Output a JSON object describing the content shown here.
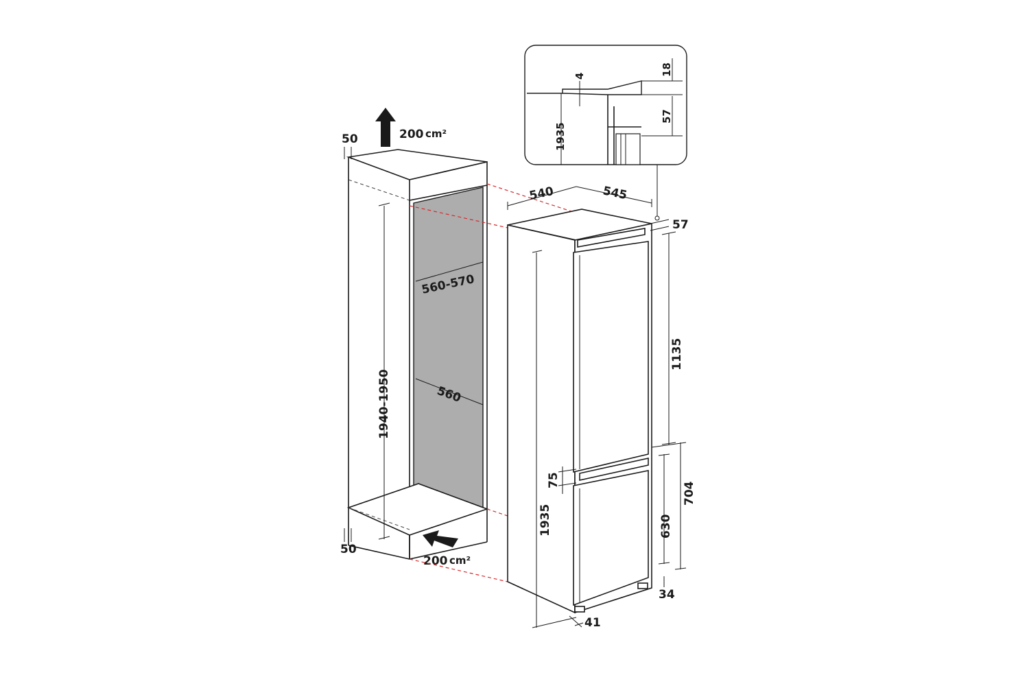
{
  "cabinet": {
    "top_side_gap": "50",
    "bottom_side_gap": "50",
    "top_vent_area": "200",
    "bottom_vent_area": "200",
    "vent_unit": "cm²",
    "niche_height": "1940-1950",
    "niche_depth": "560-570",
    "niche_width": "560"
  },
  "appliance": {
    "depth": "540",
    "width": "545",
    "top_offset": "57",
    "total_height": "1935",
    "upper_door_height": "1135",
    "door_gap": "75",
    "lower_section_height": "704",
    "lower_door_height": "630",
    "bottom_offset": "34",
    "foot_offset": "41"
  },
  "detail": {
    "gap": "4",
    "top_height": "18",
    "bracket_height": "57",
    "height": "1935"
  },
  "colors": {
    "line": "#1a1a1a",
    "niche_fill": "#adadad",
    "alignment_guide": "#d8282b"
  }
}
